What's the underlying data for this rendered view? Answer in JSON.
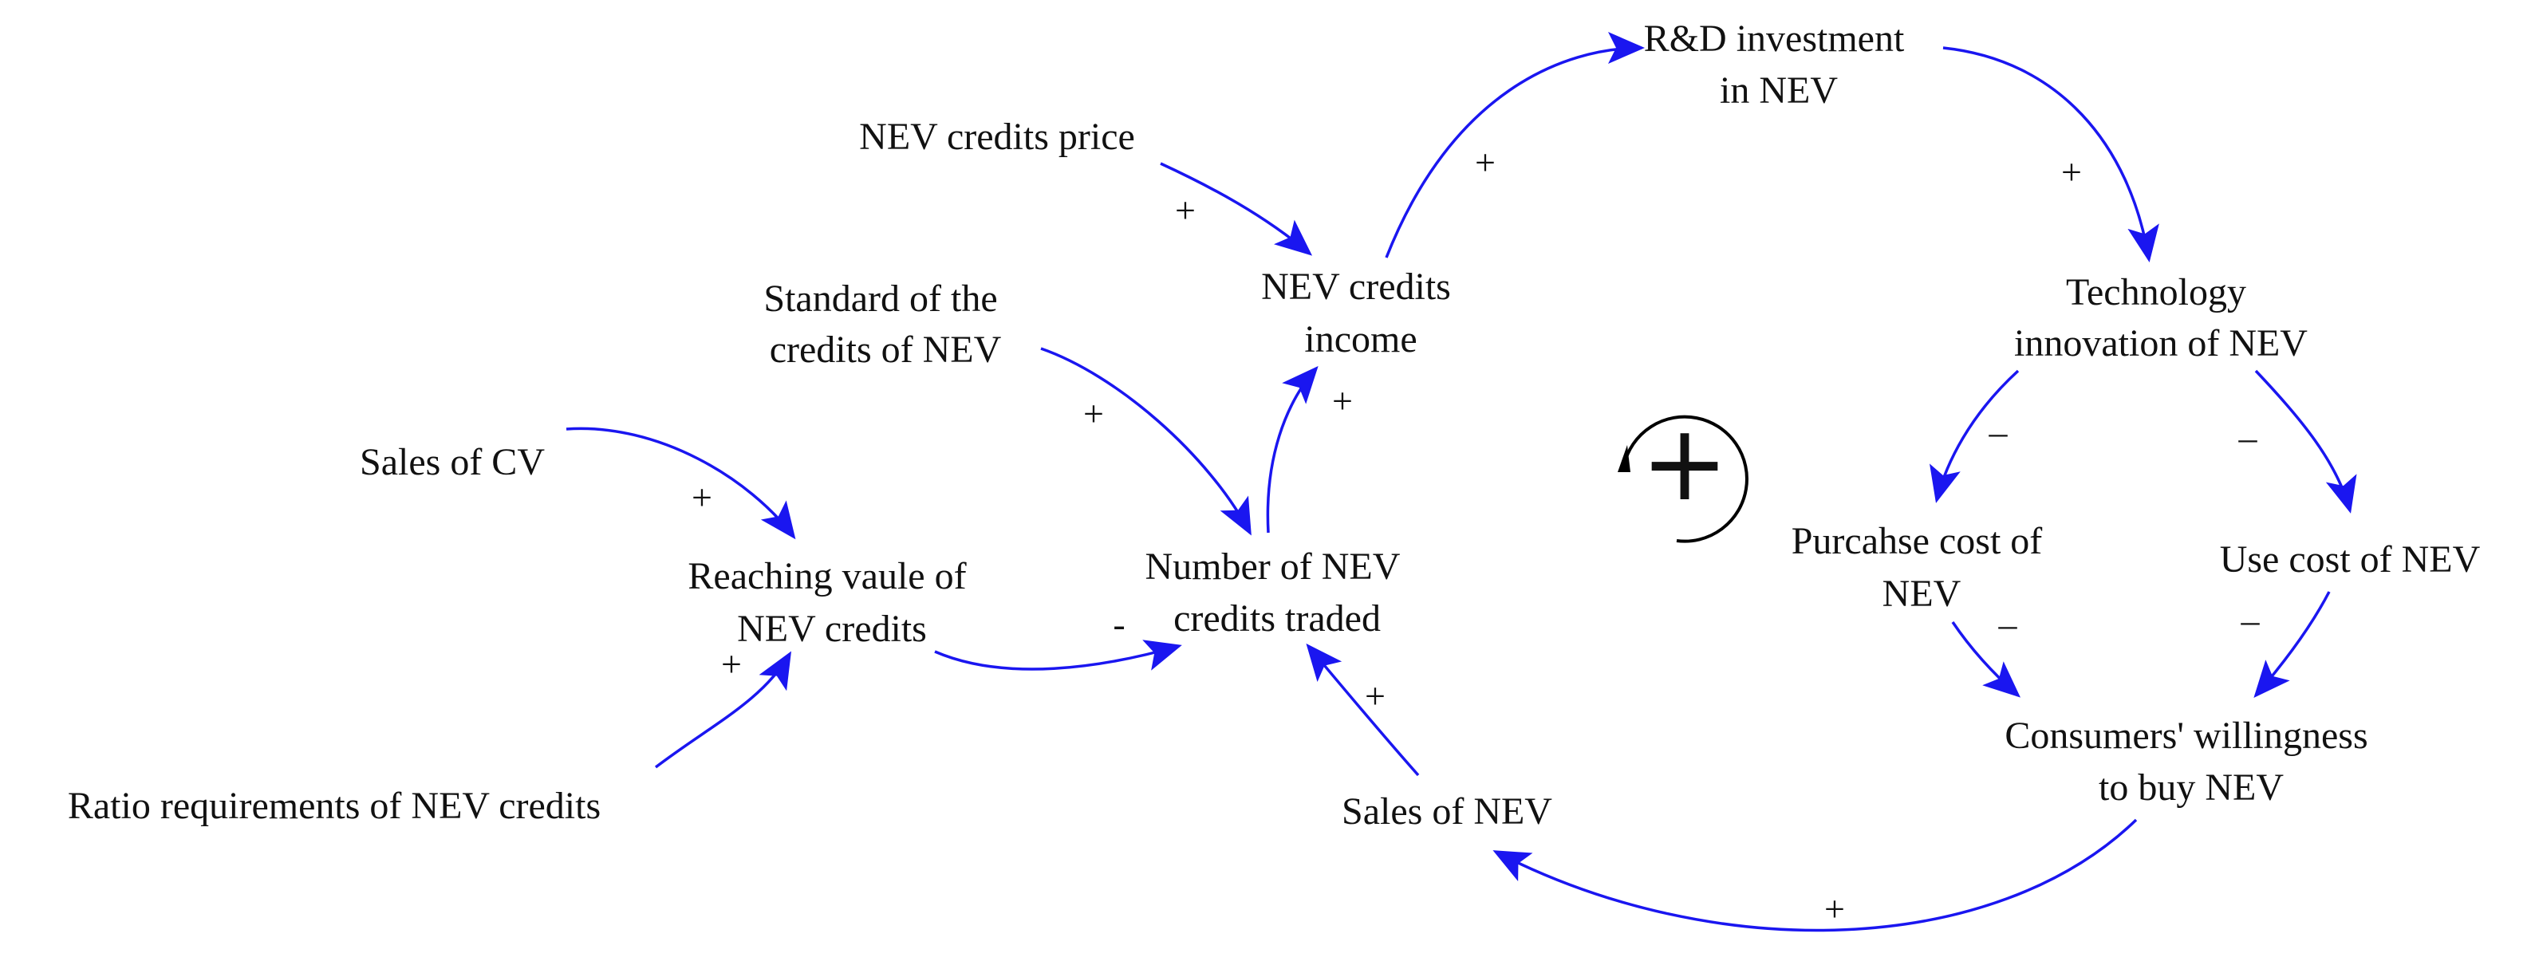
{
  "colors": {
    "arrow": "#1a16f0",
    "text": "#111111",
    "background": "#ffffff",
    "loop_symbol": "#000000"
  },
  "nodes": {
    "rd_investment": [
      "R&D investment",
      "in NEV"
    ],
    "technology_innovation": [
      "Technology",
      "innovation of NEV"
    ],
    "nev_credits_price": [
      "NEV credits price"
    ],
    "nev_credits_income": [
      "NEV credits",
      "income"
    ],
    "standard_of_credits": [
      "Standard of the",
      "credits of NEV"
    ],
    "sales_of_cv": [
      "Sales of CV"
    ],
    "reaching_value": [
      "Reaching vaule of",
      "NEV credits"
    ],
    "number_traded": [
      "Number of NEV",
      "credits traded"
    ],
    "purchase_cost": [
      "Purcahse cost of",
      "NEV"
    ],
    "use_cost": [
      "Use cost of NEV"
    ],
    "consumers_willingness": [
      "Consumers' willingness",
      "to buy NEV"
    ],
    "sales_of_nev": [
      "Sales of NEV"
    ],
    "ratio_requirements": [
      "Ratio requirements of NEV credits"
    ]
  },
  "edges": [
    {
      "from": "nev_credits_income",
      "to": "rd_investment",
      "polarity": "+"
    },
    {
      "from": "rd_investment",
      "to": "technology_innovation",
      "polarity": "+"
    },
    {
      "from": "nev_credits_price",
      "to": "nev_credits_income",
      "polarity": "+"
    },
    {
      "from": "number_traded",
      "to": "nev_credits_income",
      "polarity": "+"
    },
    {
      "from": "standard_of_credits",
      "to": "number_traded",
      "polarity": "+"
    },
    {
      "from": "sales_of_cv",
      "to": "reaching_value",
      "polarity": "+"
    },
    {
      "from": "ratio_requirements",
      "to": "reaching_value",
      "polarity": "+"
    },
    {
      "from": "reaching_value",
      "to": "number_traded",
      "polarity": "-"
    },
    {
      "from": "technology_innovation",
      "to": "purchase_cost",
      "polarity": "–"
    },
    {
      "from": "technology_innovation",
      "to": "use_cost",
      "polarity": "–"
    },
    {
      "from": "purchase_cost",
      "to": "consumers_willingness",
      "polarity": "–"
    },
    {
      "from": "use_cost",
      "to": "consumers_willingness",
      "polarity": "–"
    },
    {
      "from": "consumers_willingness",
      "to": "sales_of_nev",
      "polarity": "+"
    },
    {
      "from": "sales_of_nev",
      "to": "number_traded",
      "polarity": "+"
    }
  ],
  "loop": {
    "polarity": "+",
    "direction": "counterclockwise"
  }
}
